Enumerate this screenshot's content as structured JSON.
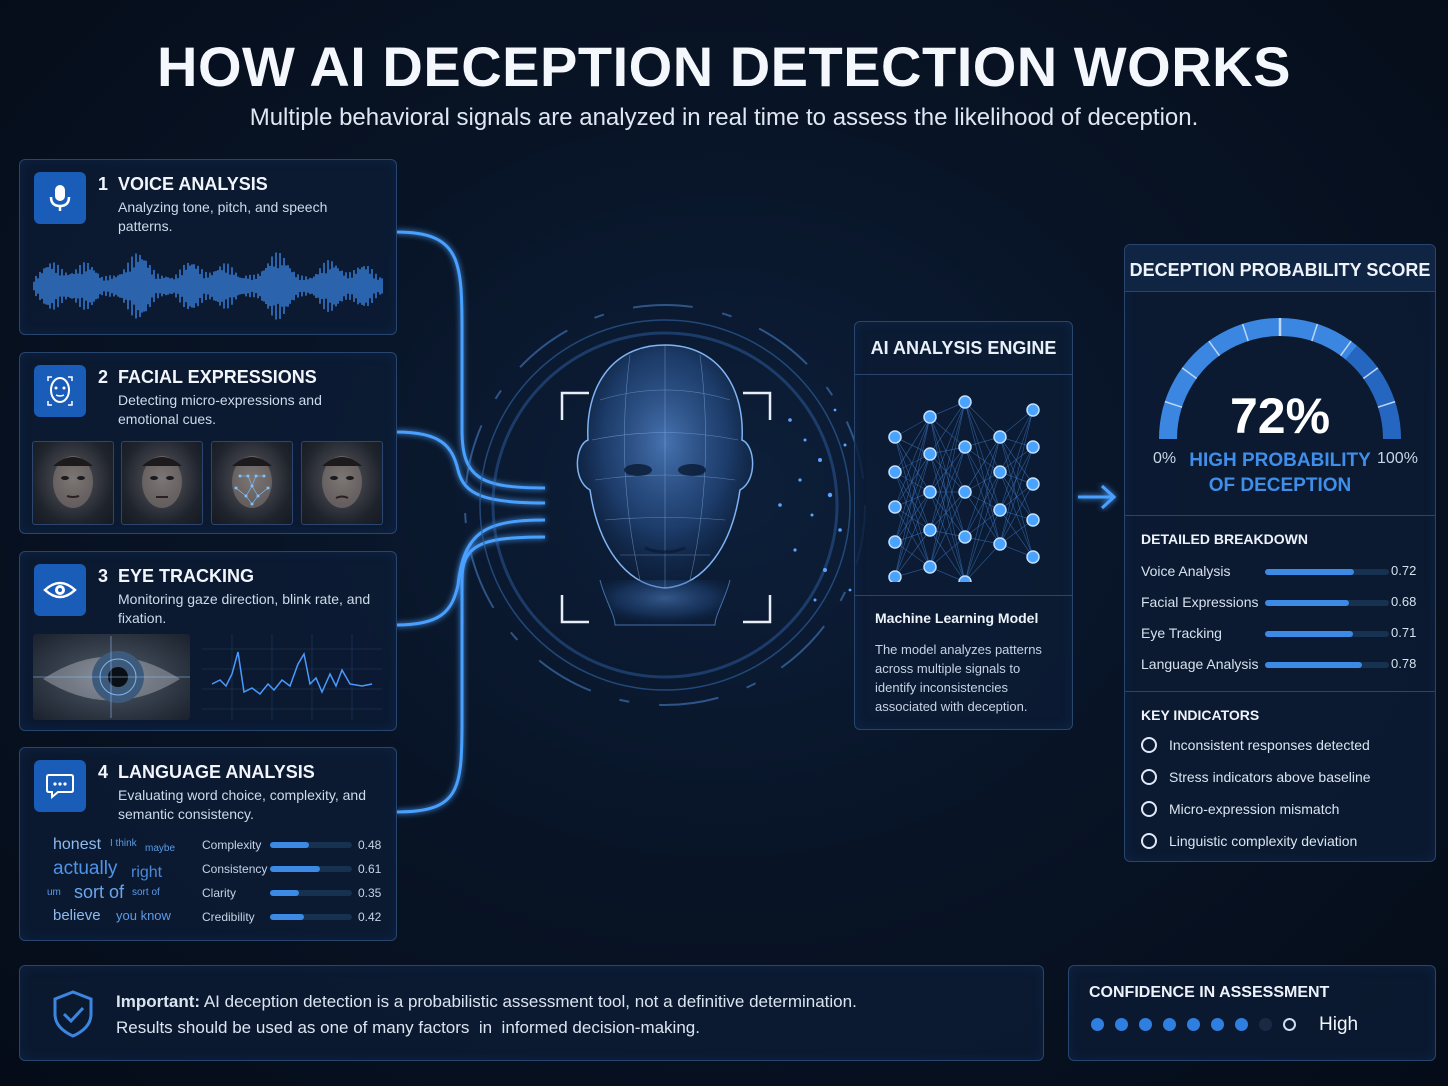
{
  "header": {
    "title": "HOW AI DECEPTION DETECTION WORKS",
    "subtitle": "Multiple behavioral signals are analyzed in real time to assess the likelihood of deception."
  },
  "modules": {
    "voice": {
      "number": "1",
      "title": "VOICE ANALYSIS",
      "desc": "Analyzing tone, pitch, and speech patterns.",
      "icon": "microphone-icon"
    },
    "facial": {
      "number": "2",
      "title": "FACIAL EXPRESSIONS",
      "desc": "Detecting micro-expressions and emotional cues.",
      "icon": "face-scan-icon"
    },
    "eye": {
      "number": "3",
      "title": "EYE TRACKING",
      "desc": "Monitoring gaze direction, blink rate, and fixation.",
      "icon": "eye-icon"
    },
    "language": {
      "number": "4",
      "title": "LANGUAGE ANALYSIS",
      "desc": "Evaluating word choice, complexity, and semantic consistency.",
      "icon": "chat-bubble-icon",
      "words": [
        "honest",
        "I think",
        "maybe",
        "actually",
        "right",
        "um",
        "sort of",
        "sort of",
        "believe",
        "you know"
      ],
      "metrics": [
        {
          "label": "Complexity",
          "value": 0.48,
          "display": "0.48"
        },
        {
          "label": "Consistency",
          "value": 0.61,
          "display": "0.61"
        },
        {
          "label": "Clarity",
          "value": 0.35,
          "display": "0.35"
        },
        {
          "label": "Credibility",
          "value": 0.42,
          "display": "0.42"
        }
      ]
    }
  },
  "engine": {
    "title": "AI ANALYSIS ENGINE",
    "model_title": "Machine Learning Model",
    "model_desc": "The model analyzes patterns across multiple signals to identify inconsistencies associated with deception."
  },
  "score": {
    "title": "DECEPTION PROBABILITY SCORE",
    "value": 0.72,
    "value_label": "72%",
    "min_label": "0%",
    "max_label": "100%",
    "verdict_line1": "HIGH PROBABILITY",
    "verdict_line2": "OF DECEPTION",
    "breakdown_title": "DETAILED BREAKDOWN",
    "breakdown": [
      {
        "label": "Voice Analysis",
        "value": 0.72,
        "display": "0.72"
      },
      {
        "label": "Facial Expressions",
        "value": 0.68,
        "display": "0.68"
      },
      {
        "label": "Eye Tracking",
        "value": 0.71,
        "display": "0.71"
      },
      {
        "label": "Language Analysis",
        "value": 0.78,
        "display": "0.78"
      }
    ],
    "indicators_title": "KEY INDICATORS",
    "indicators": [
      {
        "label": "Inconsistent responses detected",
        "icon": "user-alert-icon"
      },
      {
        "label": "Stress indicators above baseline",
        "icon": "stress-icon"
      },
      {
        "label": "Micro-expression mismatch",
        "icon": "face-mismatch-icon"
      },
      {
        "label": "Linguistic complexity deviation",
        "icon": "clock-alert-icon"
      }
    ]
  },
  "notice": {
    "bold": "Important:",
    "line1": " AI deception detection is a probabilistic assessment tool, not a definitive determination.",
    "line2": "Results should be used as one of many factors  in  informed decision-making.",
    "icon": "shield-check-icon"
  },
  "confidence": {
    "title": "CONFIDENCE IN ASSESSMENT",
    "filled": 7,
    "total": 9,
    "level": "High"
  },
  "colors": {
    "accent": "#2f7fe0",
    "background": "#07101f",
    "panel_border": "#27456d"
  }
}
